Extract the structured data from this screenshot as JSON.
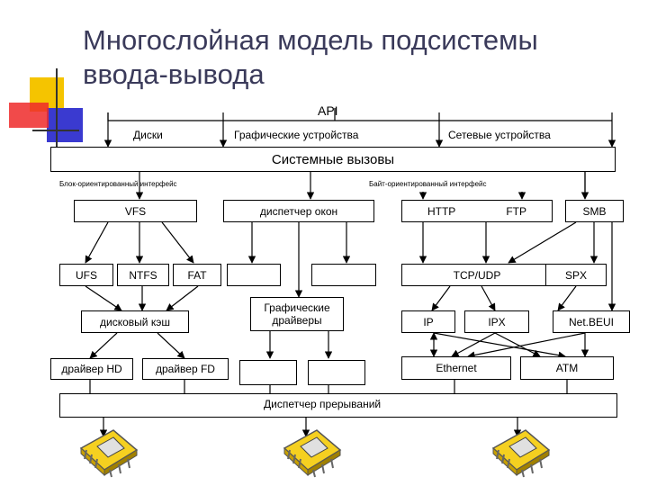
{
  "title": {
    "line1": "Многослойная модель подсистемы",
    "line2": "ввода-вывода"
  },
  "top": {
    "api": "API",
    "disks": "Диски",
    "graphics": "Графические устройства",
    "network": "Сетевые устройства"
  },
  "syscalls": "Системные вызовы",
  "interfaces": {
    "block": "Блок-ориентированный интерфейс",
    "byte": "Байт-ориентированный интерфейс"
  },
  "row1": {
    "vfs": "VFS",
    "window_manager": "диспетчер окон",
    "http": "HTTP",
    "ftp": "FTP",
    "smb": "SMB"
  },
  "row2": {
    "ufs": "UFS",
    "ntfs": "NTFS",
    "fat": "FAT",
    "tcp_udp": "TCP/UDP",
    "spx": "SPX"
  },
  "row3": {
    "disk_cache": "дисковый кэш",
    "graphic_drivers": "Графические драйверы",
    "ip": "IP",
    "ipx": "IPX",
    "netbeui": "Net.BEUI"
  },
  "row4": {
    "hd_driver": "драйвер HD",
    "fd_driver": "драйвер FD",
    "ethernet": "Ethernet",
    "atm": "ATM"
  },
  "interrupts": "Диспетчер прерываний",
  "colors": {
    "accent_yellow": "#f5c400",
    "accent_blue": "#3a3ad0",
    "accent_red": "#ee2a2a"
  }
}
